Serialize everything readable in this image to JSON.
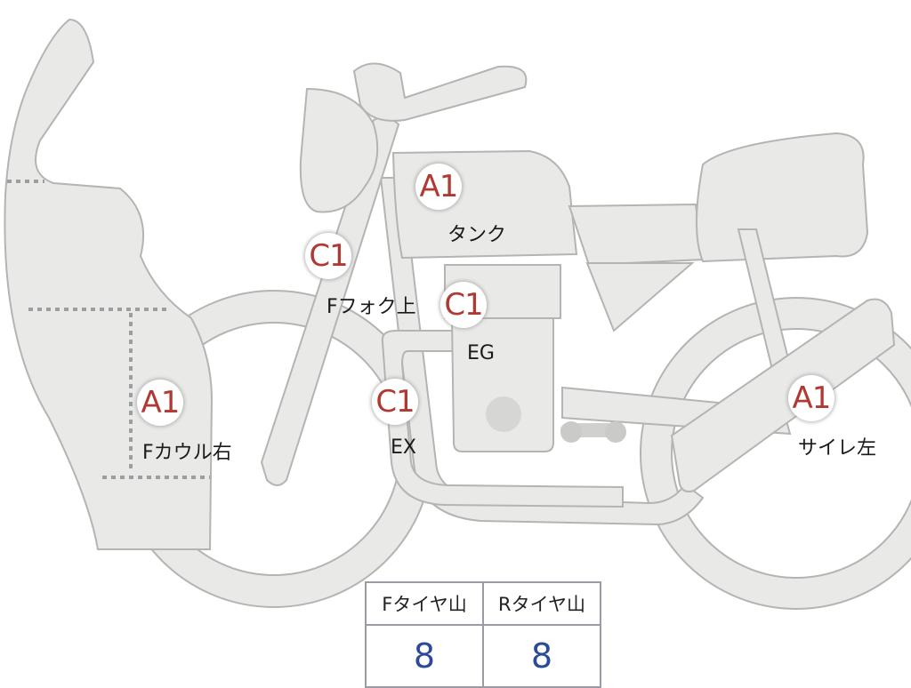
{
  "markers": [
    {
      "id": "tank",
      "code": "A1",
      "label": "タンク"
    },
    {
      "id": "f-fork",
      "code": "C1",
      "label": "Fフォク上"
    },
    {
      "id": "engine",
      "code": "C1",
      "label": "EG"
    },
    {
      "id": "exhaust",
      "code": "C1",
      "label": "EX"
    },
    {
      "id": "f-cowl-right",
      "code": "A1",
      "label": "Fカウル右"
    },
    {
      "id": "silencer-left",
      "code": "A1",
      "label": "サイレ左"
    }
  ],
  "tire_table": {
    "headers": [
      "Fタイヤ山",
      "Rタイヤ山"
    ],
    "values": [
      "8",
      "8"
    ]
  },
  "colors": {
    "part_fill": "#e9e9e7",
    "outline": "#b4b4b2",
    "badge_text": "#b03a33",
    "value_text": "#2d4a9a"
  }
}
